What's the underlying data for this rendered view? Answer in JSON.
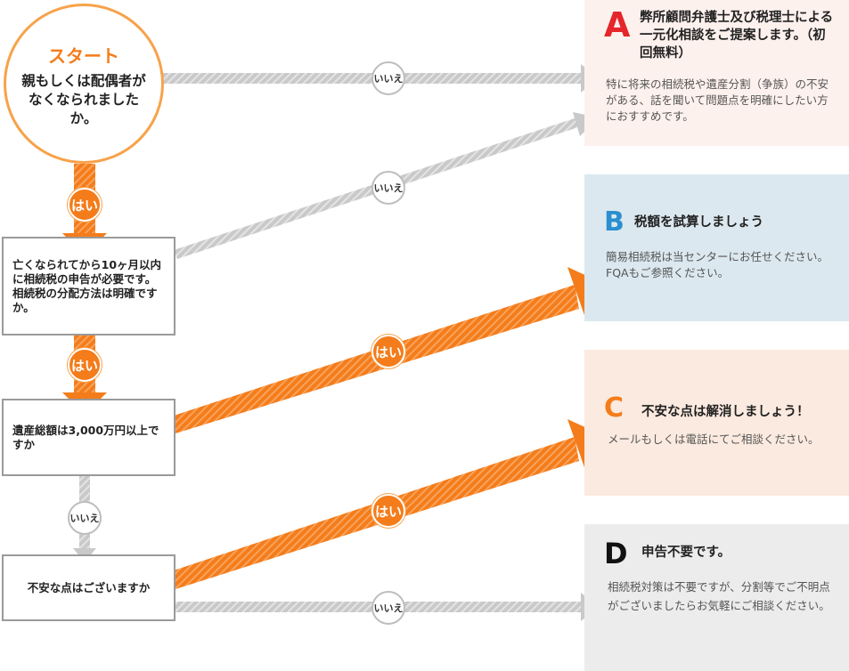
{
  "start": {
    "title": "スタート",
    "question": "親もしくは配偶者がなくなられましたか。"
  },
  "questions": [
    "亡くなられてから10ヶ月以内に相続税の申告が必要です。相続税の分配方法は明確ですか。",
    "遺産総額は3,000万円以上ですか",
    "不安な点はございますか"
  ],
  "labels": {
    "yes": "はい",
    "no": "いいえ"
  },
  "results": [
    {
      "letter": "A",
      "title": "弊所顧問弁護士及び税理士による一元化相談をご提案します。（初回無料）",
      "desc": "特に将来の相続税や遺産分割（争族）の不安がある、話を聞いて問題点を明確にしたい方におすすめです。",
      "letter_color": "#e5262b"
    },
    {
      "letter": "B",
      "title": "税額を試算しましょう",
      "desc": "簡易相続税は当センターにお任せください。FQAもご参照ください。",
      "letter_color": "#2a8fd0"
    },
    {
      "letter": "C",
      "title": "不安な点は解消しましょう！",
      "desc": "メールもしくは電話にてご相談ください。",
      "letter_color": "#f47c1a"
    },
    {
      "letter": "D",
      "title": "申告不要です。",
      "desc": "相続税対策は不要ですが、分割等でご不明点がございましたらお気軽にご相談ください。",
      "letter_color": "#111111"
    }
  ],
  "colors": {
    "accent": "#f47c1a",
    "accent_light": "#f7a24a",
    "gray_arrow": "#cfcfcf",
    "box_border": "#9a9a9a"
  }
}
